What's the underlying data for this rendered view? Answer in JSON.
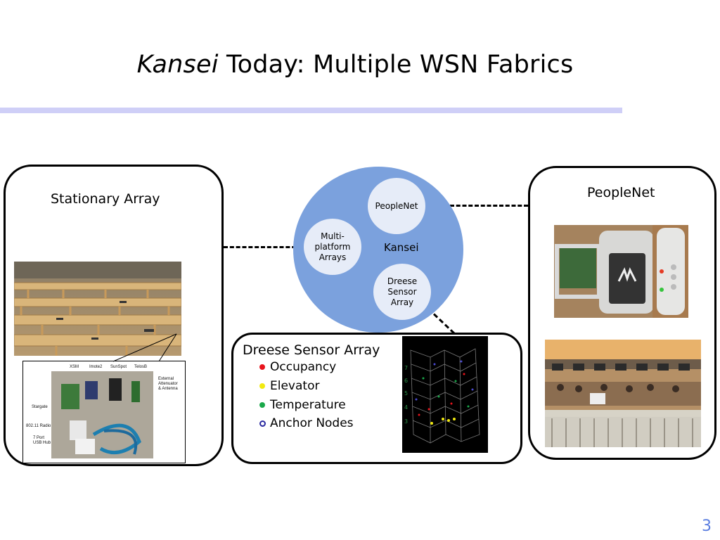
{
  "slide": {
    "title_italic": "Kansei",
    "title_rest": " Today: Multiple WSN Fabrics",
    "page_number": "3"
  },
  "stationary": {
    "title": "Stationary Array",
    "board_labels": {
      "xsm": "XSM",
      "imote2": "Imote2",
      "sunspot": "SunSpot",
      "telosb": "TelosB",
      "external_1": "External",
      "external_2": "Attenuator",
      "external_3": "& Antenna",
      "stargate": "Stargate",
      "radio": "802.11 Radio",
      "hub_1": "7 Port",
      "hub_2": "USB Hub"
    }
  },
  "hub": {
    "center_label": "Kansei",
    "peoplenet": "PeopleNet",
    "multi_line1": "Multi-",
    "multi_line2": "platform",
    "multi_line3": "Arrays",
    "dreese_line1": "Dreese",
    "dreese_line2": "Sensor",
    "dreese_line3": "Array"
  },
  "peoplenet": {
    "title": "PeopleNet"
  },
  "dreese": {
    "title": "Dreese Sensor Array",
    "legend": [
      {
        "label": "Occupancy",
        "color": "#e8141c"
      },
      {
        "label": "Elevator",
        "color": "#f2ea10"
      },
      {
        "label": "Temperature",
        "color": "#1aa84a"
      },
      {
        "label": "Anchor Nodes",
        "color": "#2a2aa0"
      }
    ],
    "floor_numbers": [
      "7",
      "6",
      "5",
      "4",
      "3"
    ]
  },
  "colors": {
    "hub_blue": "#7ba1dd",
    "sub_circle": "#e6ecf8",
    "title_rule": "#cfcff7",
    "page_number": "#5b7ee0"
  }
}
